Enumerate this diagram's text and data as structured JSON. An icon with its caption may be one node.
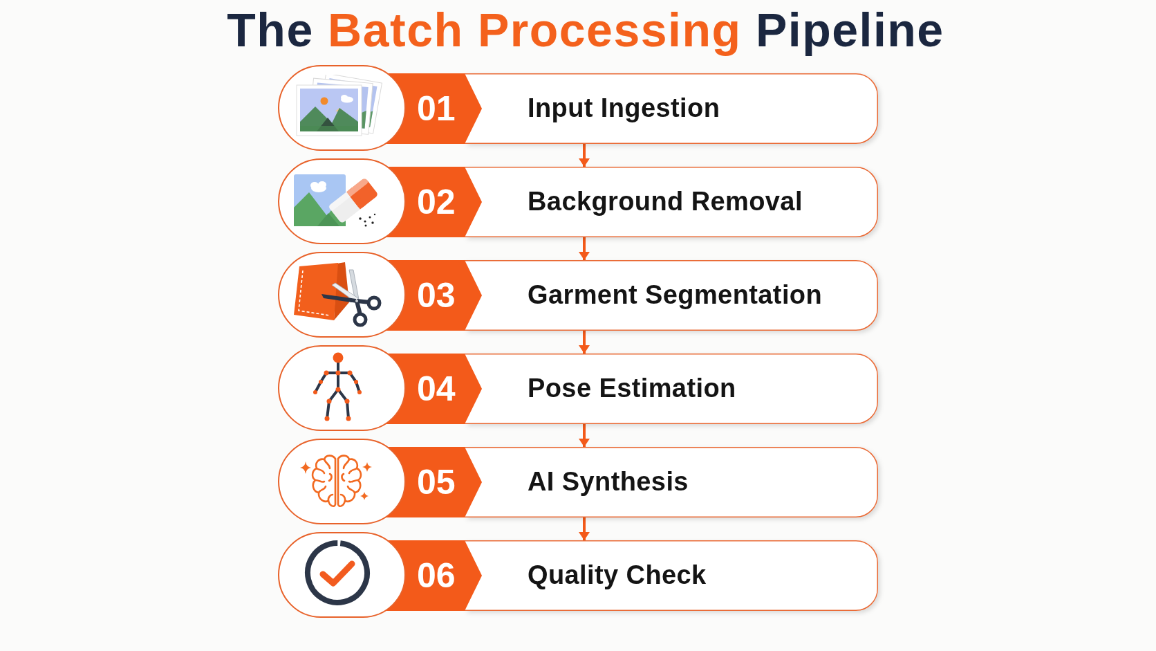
{
  "diagram": {
    "title": "The **Batch Processing** Pipeline",
    "nodes": [
      {
        "text": [
          "01",
          "Input Ingestion"
        ]
      },
      {
        "text": [
          "02",
          "Background Removal"
        ]
      },
      {
        "text": [
          "03",
          "Garment Segmentation"
        ]
      },
      {
        "text": [
          "04",
          "Pose Estimation"
        ]
      },
      {
        "text": [
          "05",
          "AI Synthesis"
        ]
      },
      {
        "text": [
          "06",
          "Quality Check"
        ]
      }
    ],
    "edges": [
      {
        "from": 0,
        "to": 1,
        "arrow": "to"
      },
      {
        "from": 1,
        "to": 2,
        "arrow": "to"
      },
      {
        "from": 2,
        "to": 3,
        "arrow": "to"
      },
      {
        "from": 3,
        "to": 4,
        "arrow": "to"
      },
      {
        "from": 4,
        "to": 5,
        "arrow": "to"
      }
    ]
  }
}
